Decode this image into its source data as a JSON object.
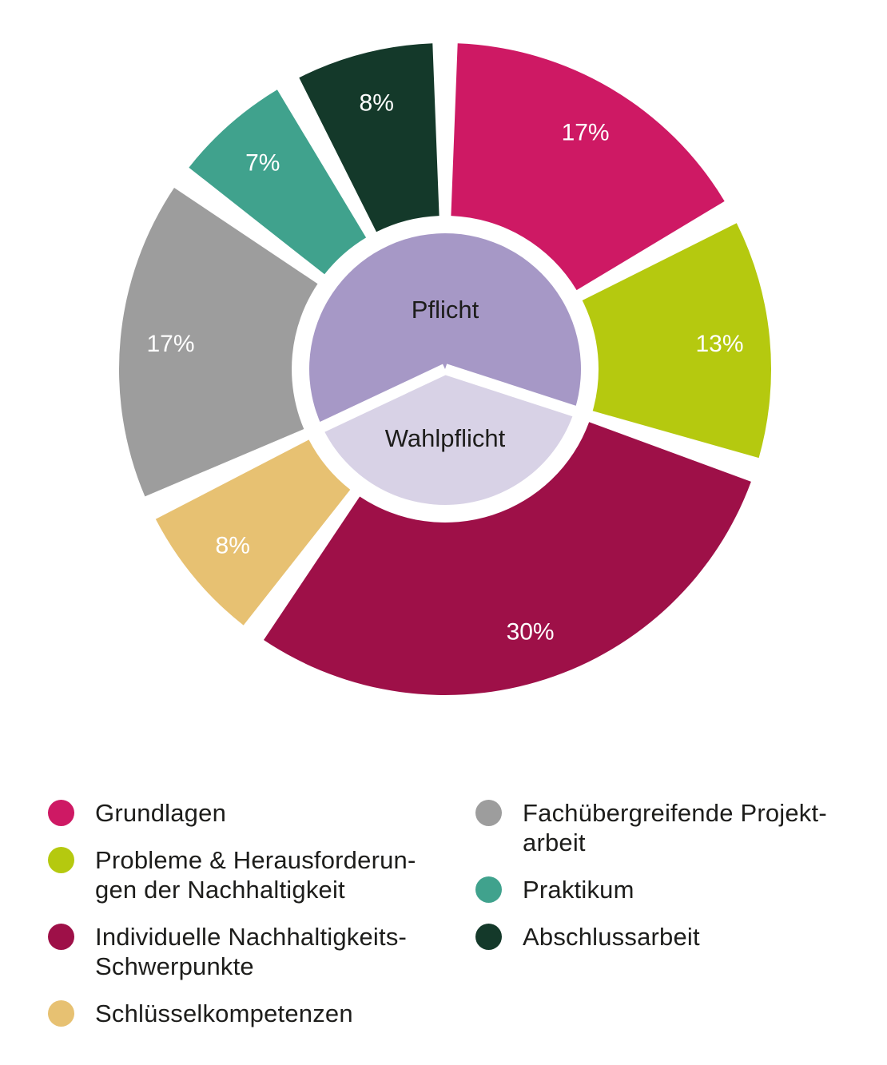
{
  "page": {
    "background": "#ffffff"
  },
  "chart_data": {
    "type": "pie",
    "subtype": "donut-with-center-groups",
    "title": "",
    "direction": "clockwise",
    "start_angle_deg": 0,
    "labels_format": "percent",
    "label_text_color": "#ffffff",
    "center_text_color": "#1d1d1b",
    "slices": [
      {
        "label": "Grundlagen",
        "value": 17,
        "display": "17%",
        "color": "#ce1964",
        "group": "Pflicht"
      },
      {
        "label": "Probleme & Herausforderungen der Nachhaltigkeit",
        "value": 13,
        "display": "13%",
        "color": "#b5c90f",
        "group": "Pflicht"
      },
      {
        "label": "Individuelle Nachhaltigkeits-Schwerpunkte",
        "value": 30,
        "display": "30%",
        "color": "#9e1048",
        "group": "Wahlpflicht"
      },
      {
        "label": "Schlüsselkompetenzen",
        "value": 8,
        "display": "8%",
        "color": "#e7c172",
        "group": "Wahlpflicht"
      },
      {
        "label": "Fachübergreifende Projektarbeit",
        "value": 17,
        "display": "17%",
        "color": "#9d9d9d",
        "group": "Pflicht"
      },
      {
        "label": "Praktikum",
        "value": 7,
        "display": "7%",
        "color": "#40a28d",
        "group": "Pflicht"
      },
      {
        "label": "Abschlussarbeit",
        "value": 8,
        "display": "8%",
        "color": "#14392a",
        "group": "Pflicht"
      }
    ],
    "center": {
      "groups": [
        {
          "label": "Pflicht",
          "color": "#a698c6",
          "total_percent": 62
        },
        {
          "label": "Wahlpflicht",
          "color": "#d8d2e6",
          "total_percent": 38
        }
      ]
    }
  },
  "legend": {
    "columns": [
      {
        "items": [
          {
            "color": "#ce1964",
            "lines": [
              "Grundlagen"
            ]
          },
          {
            "color": "#b5c90f",
            "lines": [
              "Probleme & Herausforderun-",
              "gen der Nachhaltigkeit"
            ]
          },
          {
            "color": "#9e1048",
            "lines": [
              "Individuelle Nachhaltigkeits-",
              "Schwerpunkte"
            ]
          },
          {
            "color": "#e7c172",
            "lines": [
              "Schlüsselkompetenzen"
            ]
          }
        ]
      },
      {
        "items": [
          {
            "color": "#9d9d9d",
            "lines": [
              "Fachübergreifende Projekt-",
              "arbeit"
            ]
          },
          {
            "color": "#40a28d",
            "lines": [
              "Praktikum"
            ]
          },
          {
            "color": "#14392a",
            "lines": [
              "Abschlussarbeit"
            ]
          }
        ]
      }
    ]
  }
}
